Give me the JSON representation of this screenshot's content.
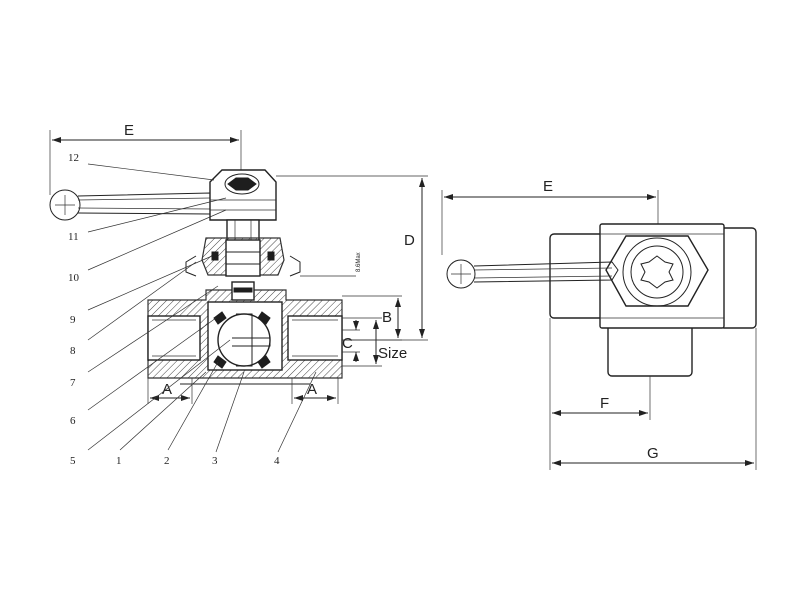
{
  "dimensions": {
    "e_left": "E",
    "e_right": "E",
    "d": "D",
    "b": "B",
    "c": "C",
    "size": "Size",
    "a_left": "A",
    "a_right": "A",
    "f": "F",
    "g": "G",
    "max_note": "8.6Max"
  },
  "part_numbers": [
    "12",
    "11",
    "10",
    "9",
    "8",
    "7",
    "6",
    "5",
    "1",
    "2",
    "3",
    "4"
  ]
}
